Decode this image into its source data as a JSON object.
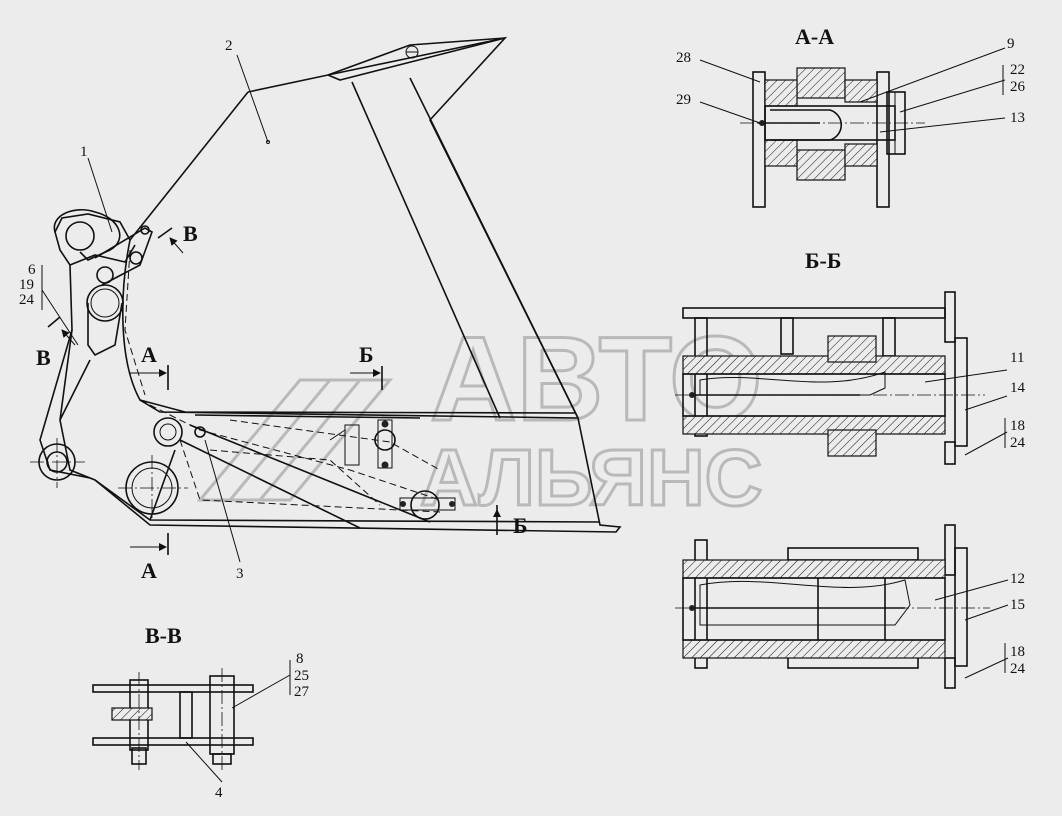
{
  "watermark": {
    "line1": "АВТО",
    "line2": "АЛЬЯНС"
  },
  "sections": {
    "aa": "А-А",
    "bb": "Б-Б",
    "vv": "В-В"
  },
  "cut_marks": {
    "a": "А",
    "b": "Б",
    "v": "В"
  },
  "callouts": {
    "c1": "1",
    "c2": "2",
    "c3": "3",
    "c4": "4",
    "c6": "6",
    "c19": "19",
    "c24a": "24",
    "c28": "28",
    "c9": "9",
    "c22": "22",
    "c26": "26",
    "c29": "29",
    "c13": "13",
    "c11": "11",
    "c14": "14",
    "c18a": "18",
    "c24b": "24",
    "c12": "12",
    "c15": "15",
    "c18b": "18",
    "c24c": "24",
    "c8": "8",
    "c25": "25",
    "c27": "27"
  }
}
